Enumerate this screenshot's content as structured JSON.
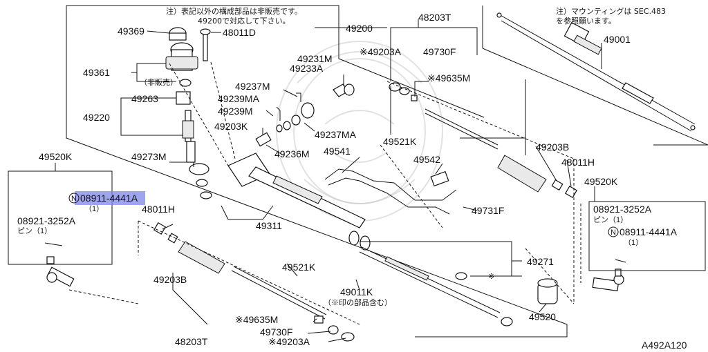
{
  "diagram_id": "A492A120",
  "notes": {
    "top_left_line1": "注）表記以外の構成部品は非販売です。",
    "top_left_line2": "49200で対応して下さい。",
    "top_right_line1": "注）マウンティングは SEC.483",
    "top_right_line2": "を参照願います。"
  },
  "labels": {
    "p49369": "49369",
    "p48011D": "48011D",
    "p49200": "49200",
    "p48203T_top": "48203T",
    "p49001": "49001",
    "p49231M": "49231M",
    "p49233A": "49233A",
    "p49203A_top": "※49203A",
    "p49730F_top": "49730F",
    "p49361": "49361",
    "p_hibaibai": "（非販売）",
    "p49237M": "49237M",
    "p49635M_top": "※49635M",
    "p49263": "49263",
    "p49239MA": "49239MA",
    "p49239M": "49239M",
    "p49220": "49220",
    "p49237MA": "49237MA",
    "p49203K": "49203K",
    "p49521K_top": "49521K",
    "p49203B_right": "49203B",
    "p48011H_right": "48011H",
    "p49273M": "49273M",
    "p49236M": "49236M",
    "p49541": "49541",
    "p49520K_left": "49520K",
    "p49542": "49542",
    "p49520K_right": "49520K",
    "p08911_left": "08911-4441A",
    "qty_left_n": "（1）",
    "p48011H_left": "48011H",
    "p08921_left": "08921-3252A",
    "pin_left": "ピン（1）",
    "p49731F": "49731F",
    "p08921_right": "08921-3252A",
    "pin_right": "ピン（1）",
    "p08911_right": "08911-4441A",
    "qty_right_n": "（1）",
    "p49311": "49311",
    "p49521K_bottom": "49521K",
    "p49271": "49271",
    "asterisk_marker": "※",
    "p49203B_left": "49203B",
    "p49011K": "49011K",
    "p49011K_note": "（※印の部品含む）",
    "p49635M_bottom": "※49635M",
    "p49520": "49520",
    "p49730F_bottom": "49730F",
    "p48203T_bottom": "48203T",
    "p49203A_bottom": "※49203A",
    "circled_n": "N"
  }
}
